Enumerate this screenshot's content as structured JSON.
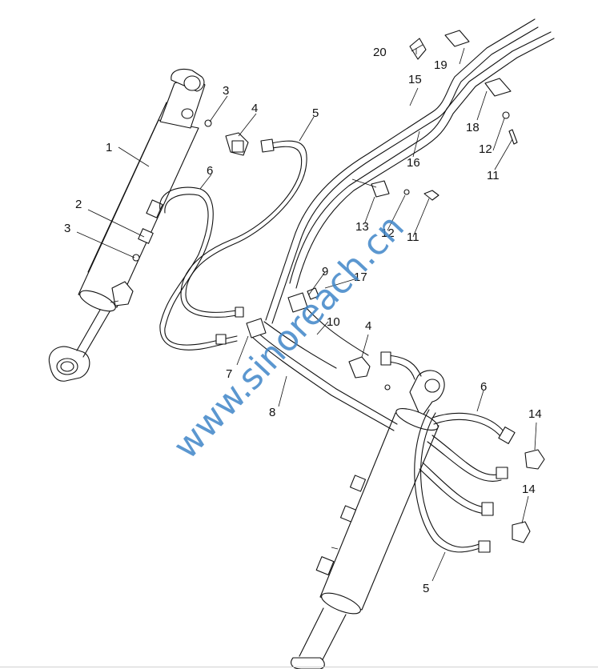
{
  "watermark": "www.sinoreach.cn",
  "colors": {
    "watermark": "#3f86c8",
    "line": "#111111",
    "background": "#ffffff"
  },
  "callouts": [
    {
      "id": "c1",
      "text": "1"
    },
    {
      "id": "c2",
      "text": "2"
    },
    {
      "id": "c3a",
      "text": "3"
    },
    {
      "id": "c3b",
      "text": "3"
    },
    {
      "id": "c4a",
      "text": "4"
    },
    {
      "id": "c4b",
      "text": "4"
    },
    {
      "id": "c5a",
      "text": "5"
    },
    {
      "id": "c5b",
      "text": "5"
    },
    {
      "id": "c6a",
      "text": "6"
    },
    {
      "id": "c6b",
      "text": "6"
    },
    {
      "id": "c7",
      "text": "7"
    },
    {
      "id": "c8",
      "text": "8"
    },
    {
      "id": "c9",
      "text": "9"
    },
    {
      "id": "c10",
      "text": "10"
    },
    {
      "id": "c11a",
      "text": "11"
    },
    {
      "id": "c11b",
      "text": "11"
    },
    {
      "id": "c12a",
      "text": "12"
    },
    {
      "id": "c12b",
      "text": "12"
    },
    {
      "id": "c13",
      "text": "13"
    },
    {
      "id": "c14a",
      "text": "14"
    },
    {
      "id": "c14b",
      "text": "14"
    },
    {
      "id": "c15",
      "text": "15"
    },
    {
      "id": "c16",
      "text": "16"
    },
    {
      "id": "c17",
      "text": "17"
    },
    {
      "id": "c18",
      "text": "18"
    },
    {
      "id": "c19",
      "text": "19"
    },
    {
      "id": "c20",
      "text": "20"
    }
  ]
}
